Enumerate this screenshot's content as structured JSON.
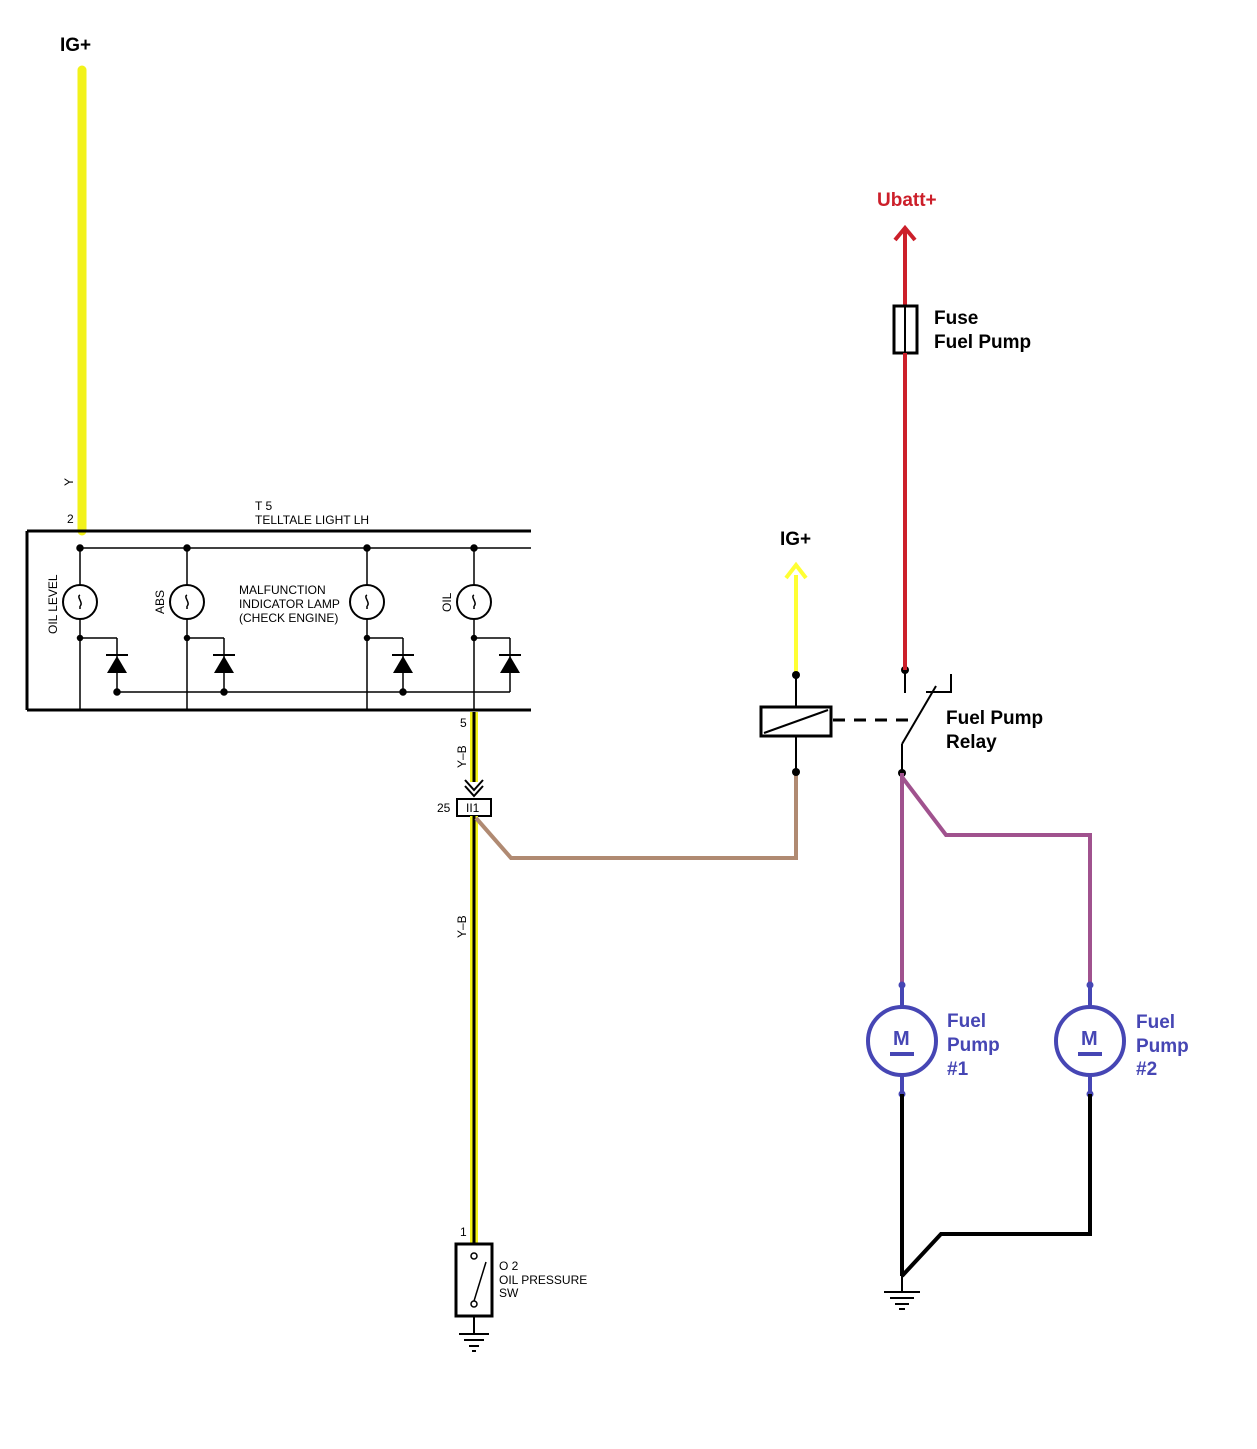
{
  "labels": {
    "ig_plus_top": "IG+",
    "ig_plus_relay": "IG+",
    "ubatt": "Ubatt+",
    "fuse_line1": "Fuse",
    "fuse_line2": "Fuel Pump",
    "relay_line1": "Fuel Pump",
    "relay_line2": "Relay",
    "wire_y": "Y",
    "wire_yb_upper": "Y–B",
    "wire_yb_lower": "Y–B",
    "pin_2": "2",
    "pin_5": "5",
    "pin_25": "25",
    "pin_1": "1",
    "connector_ii1": "II1",
    "t5_id": "T 5",
    "t5_name": "TELLTALE LIGHT LH",
    "lamp_oil_level": "OIL LEVEL",
    "lamp_abs": "ABS",
    "lamp_mil_line1": "MALFUNCTION",
    "lamp_mil_line2": "INDICATOR LAMP",
    "lamp_mil_line3": "(CHECK ENGINE)",
    "lamp_oil": "OIL",
    "o2_id": "O 2",
    "o2_line1": "OIL PRESSURE",
    "o2_line2": "SW",
    "motor_symbol_1": "M",
    "motor_symbol_2": "M",
    "pump1_line1": "Fuel",
    "pump1_line2": "Pump",
    "pump1_line3": "#1",
    "pump2_line1": "Fuel",
    "pump2_line2": "Pump",
    "pump2_line3": "#2"
  },
  "colors": {
    "yellow": "#f2f21a",
    "bright_yellow": "#ffff33",
    "red": "#cc1f2a",
    "brown": "#b08a72",
    "purple": "#a0528e",
    "blue": "#4646b4",
    "black": "#000000"
  }
}
